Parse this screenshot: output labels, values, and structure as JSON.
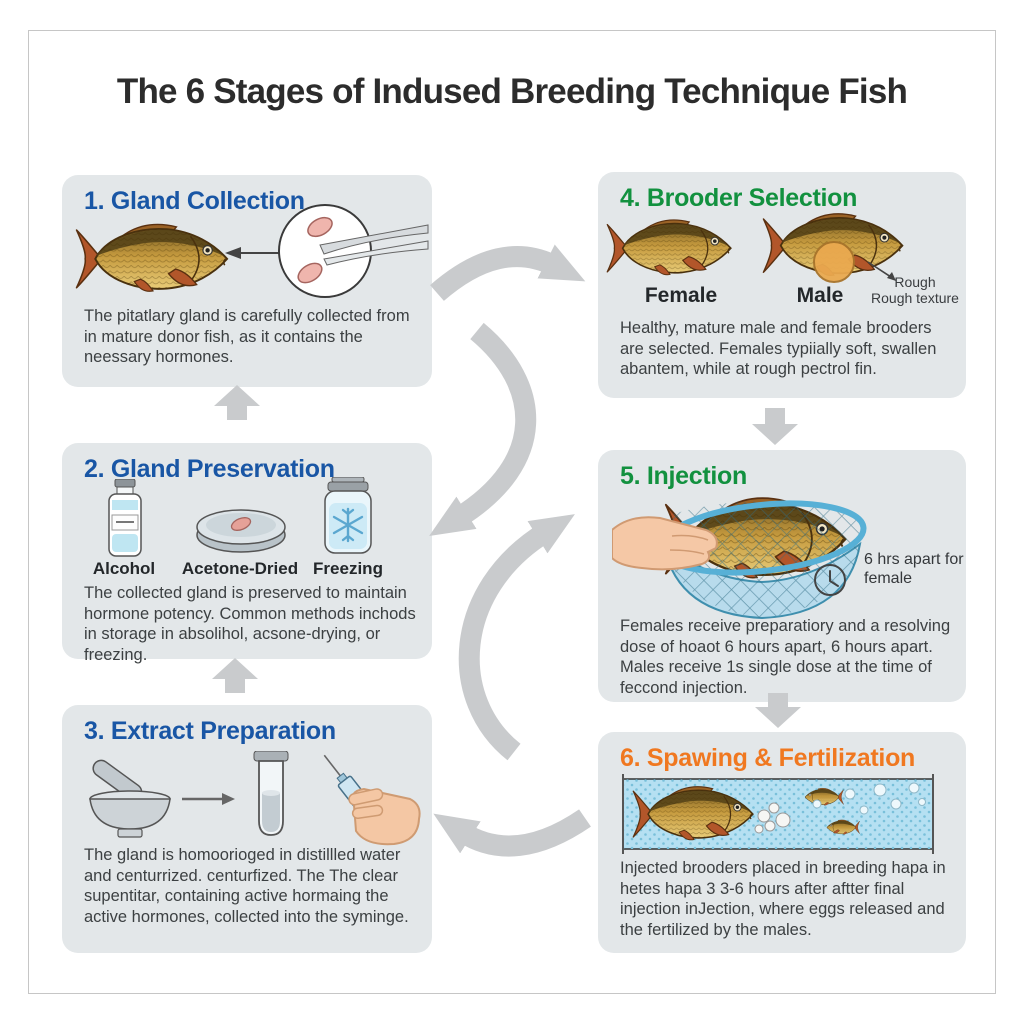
{
  "title": "The 6 Stages of Indused Breeding Technique Fish",
  "colors": {
    "panel_background": "#e3e7e9",
    "heading_blue": "#1956a5",
    "heading_green": "#12913f",
    "heading_orange": "#f07820",
    "arrow_gray": "#c9cbcd",
    "body_text": "#3c4042",
    "water_blue": "#b5e0f2"
  },
  "panels": [
    {
      "heading": "1. Gland Collection",
      "icons": [
        "donor-fish",
        "magnifier-circle",
        "pituitary-glands",
        "tweezers",
        "arrow-left"
      ],
      "body": "The pitatlary gland is carefully collected from in mature donor fish, as it contains the neessary hormones."
    },
    {
      "heading": "2. Gland Preservation",
      "labels": [
        "Alcohol",
        "Acetone-Dried",
        "Freezing"
      ],
      "icons": [
        "alcohol-vial",
        "petri-dish",
        "freezing-jar-snowflake"
      ],
      "body": "The collected gland is preserved to maintain hormone potency. Common methods inchods in storage in absolihol, acsone-drying, or freezing."
    },
    {
      "heading": "3. Extract Preparation",
      "icons": [
        "mortar-pestle",
        "arrow-right",
        "test-tube",
        "syringe-in-hand"
      ],
      "body": "The gland is homoorioged in distillled water and centurrized. centurfized. The The clear supentitar, containing active hormaing the active hormones, collected into the syminge."
    },
    {
      "heading": "4. Brooder Selection",
      "labels": [
        "Female",
        "Male"
      ],
      "annotation": {
        "line1": "Rough",
        "line2": "Rough texture"
      },
      "icons": [
        "female-fish",
        "male-fish",
        "annotation-arrow"
      ],
      "body": "Healthy, mature male and female brooders are selected. Females typiially soft, swallen abantem, while at rough pectrol fin."
    },
    {
      "heading": "5. Injection",
      "clock_note": {
        "line1": "6 hrs apart for",
        "line2": "female"
      },
      "icons": [
        "hand-holding-fish-in-net",
        "clock"
      ],
      "body": "Females receive preparatiory and a resolving dose of hoaot 6 hours apart, 6 hours apart. Males receive 1s single dose at the time of feccond injection."
    },
    {
      "heading": "6. Spawing & Fertilization",
      "icons": [
        "breeding-hapa-tank",
        "spawning-fish",
        "eggs",
        "bubbles"
      ],
      "body": "Injected brooders placed in breeding hapa in hetes hapa 3 3-6 hours after aftter final injection inJection, where eggs released and the fertilized by the males."
    }
  ]
}
